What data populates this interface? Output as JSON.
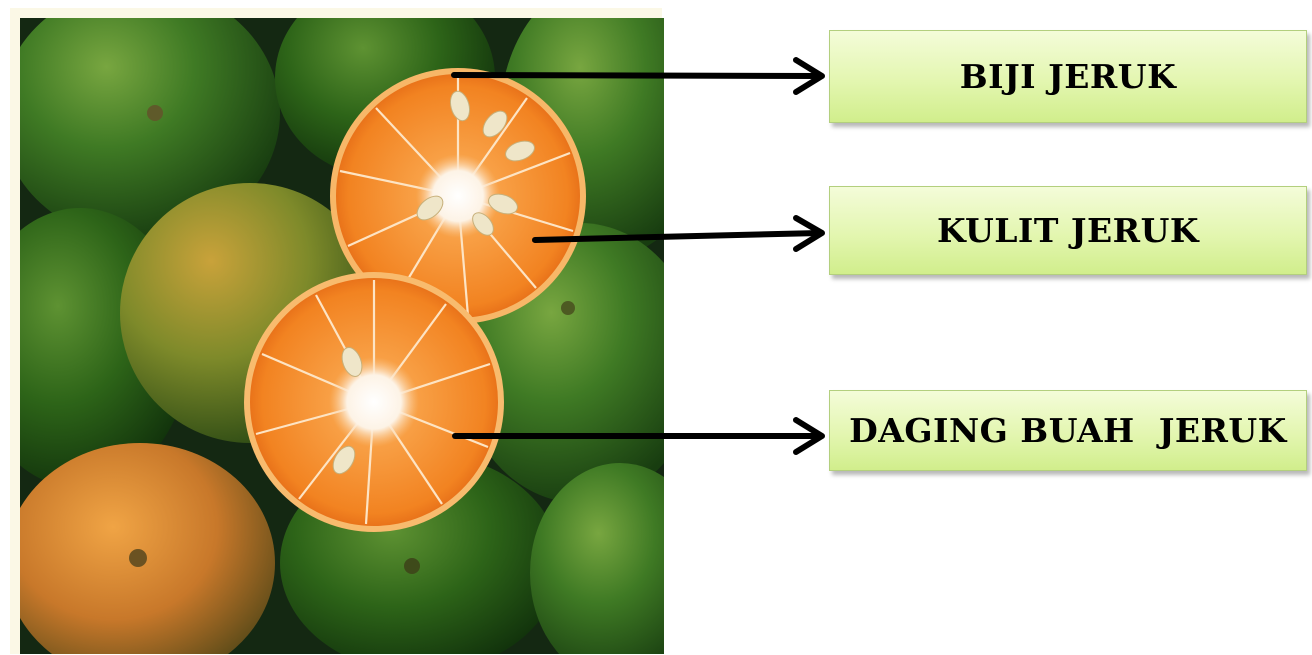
{
  "labels": {
    "seed": "BIJI JERUK",
    "peel": "KULIT JERUK",
    "flesh": "DAGING BUAH  JERUK"
  },
  "colors": {
    "label_fill_top": "#f4fcd9",
    "label_fill_bottom": "#d1ee8c",
    "label_border": "#b3cf7e",
    "arrow": "#000000",
    "orange_flesh": "#f58a2a",
    "peel_green": "#2f6b1e",
    "photo_frame": "#fbf8e6"
  }
}
